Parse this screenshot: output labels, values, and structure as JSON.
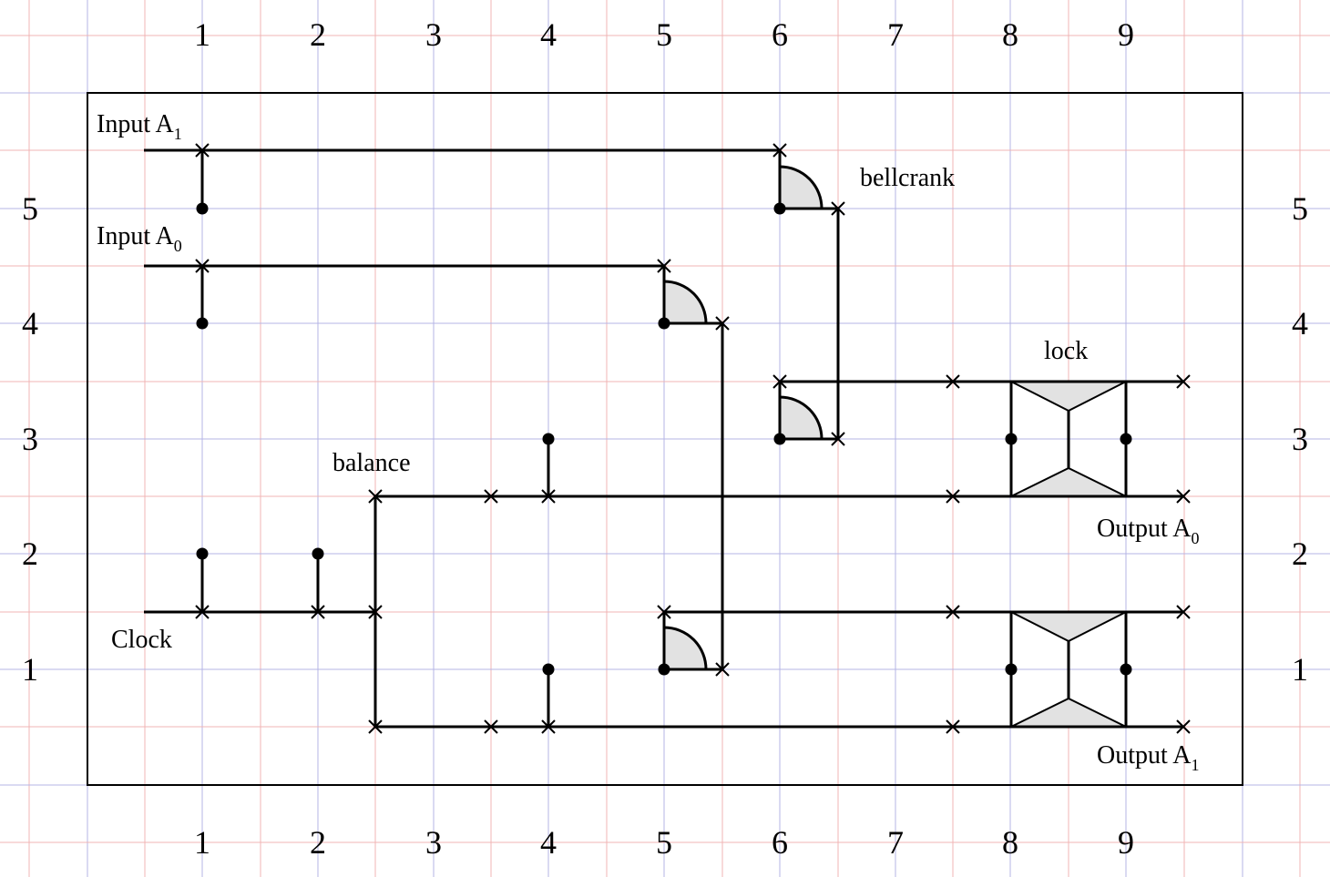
{
  "column_numbers": [
    "1",
    "2",
    "3",
    "4",
    "5",
    "6",
    "7",
    "8",
    "9"
  ],
  "row_numbers": [
    "5",
    "4",
    "3",
    "2",
    "1"
  ],
  "labels": {
    "input_a1": {
      "text": "Input A",
      "sub": "1"
    },
    "input_a0": {
      "text": "Input A",
      "sub": "0"
    },
    "clock": {
      "text": "Clock"
    },
    "balance": {
      "text": "balance"
    },
    "bellcrank": {
      "text": "bellcrank"
    },
    "lock": {
      "text": "lock"
    },
    "output_a0": {
      "text": "Output A",
      "sub": "0"
    },
    "output_a1": {
      "text": "Output A",
      "sub": "1"
    }
  },
  "colors": {
    "grid_blue": "#b4b4e6",
    "grid_red": "#f0b4b4",
    "component_fill": "#e2e2e2",
    "ink": "#000000"
  }
}
